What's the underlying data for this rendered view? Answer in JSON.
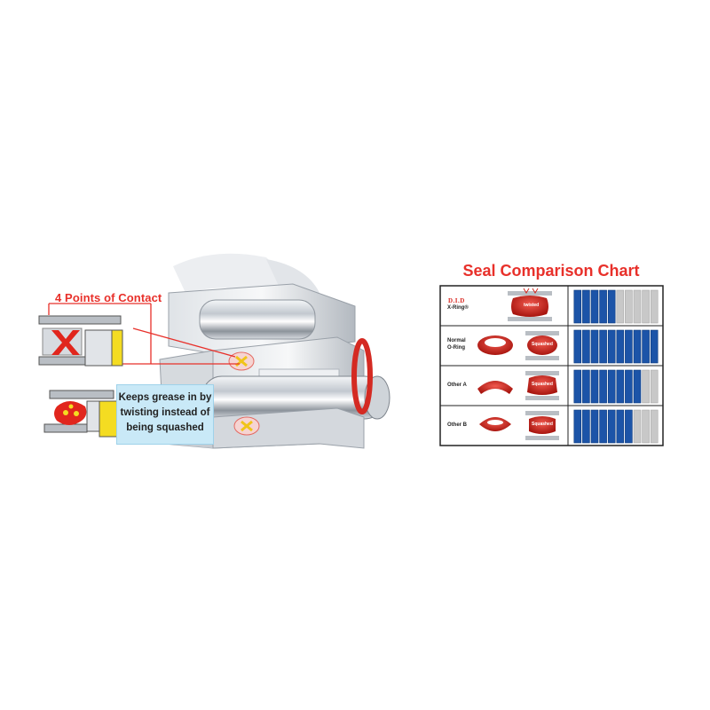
{
  "callouts": {
    "contact_label": "4 Points of Contact",
    "grease_lines": [
      "Keeps grease in by",
      "twisting instead of",
      "being squashed"
    ]
  },
  "chart": {
    "title": "Seal Comparison Chart",
    "brand": "D.I.D",
    "rows": [
      {
        "lines": [
          "X-Ring®"
        ],
        "blue_bars": 5,
        "tag": "twisted"
      },
      {
        "lines": [
          "Normal",
          "O-Ring"
        ],
        "blue_bars": 10,
        "tag": "Squashed"
      },
      {
        "lines": [
          "Other A"
        ],
        "blue_bars": 8,
        "tag": "Squashed"
      },
      {
        "lines": [
          "Other B"
        ],
        "blue_bars": 7,
        "tag": "Squashed"
      }
    ],
    "bars_per_row": 10
  },
  "colors": {
    "accent_red": "#e8302a",
    "callout_bg": "#c9e9f7",
    "bar_blue": "#1c54a8",
    "bar_gray": "#c8c8c8",
    "seal_yellow": "#f4dc22"
  }
}
